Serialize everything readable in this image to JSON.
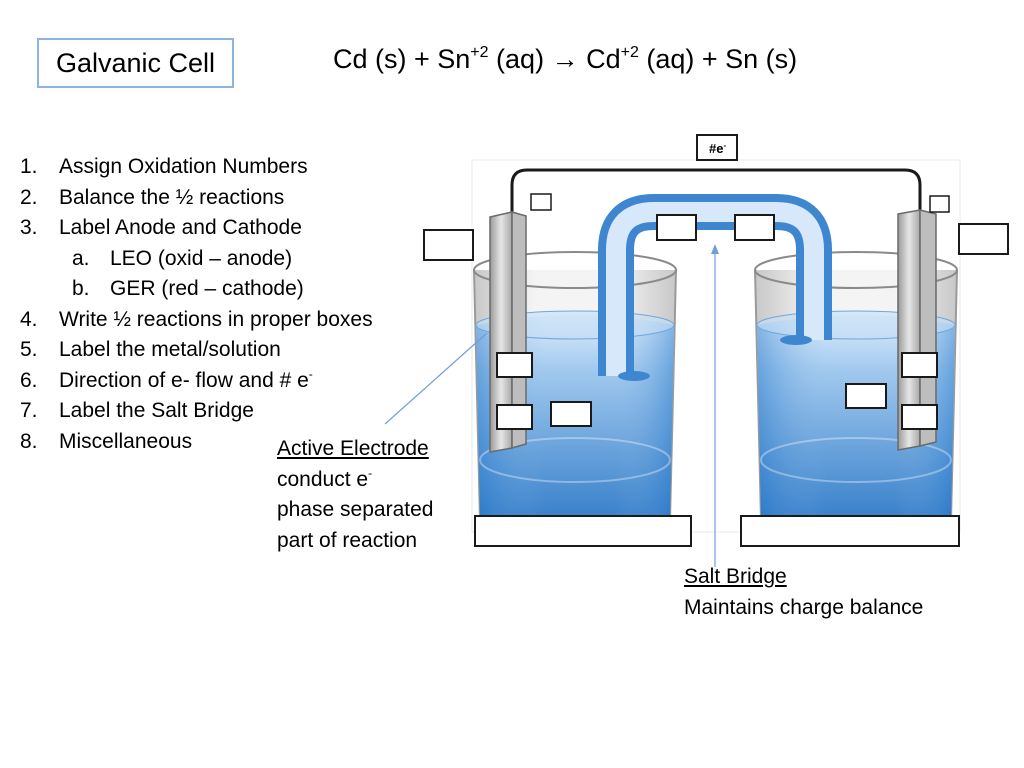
{
  "title": "Galvanic Cell",
  "equation": {
    "reactant_metal": "Cd (s) + Sn",
    "reactant_charge": "+2",
    "middle": " (aq) → Cd",
    "product_charge": "+2",
    "tail": " (aq) + Sn (s)"
  },
  "steps": [
    {
      "num": "1.",
      "text": "Assign Oxidation Numbers"
    },
    {
      "num": "2.",
      "text": "Balance the ½ reactions"
    },
    {
      "num": "3.",
      "text": "Label Anode and Cathode"
    },
    {
      "num": "a.",
      "text": "LEO (oxid – anode)"
    },
    {
      "num": "b.",
      "text": "GER (red – cathode)"
    },
    {
      "num": "4.",
      "text": "Write ½ reactions in proper boxes"
    },
    {
      "num": "5.",
      "text": "Label the metal/solution"
    },
    {
      "num": "6.",
      "text": "Direction of e- flow and # e",
      "sup": "-"
    },
    {
      "num": "7.",
      "text": "Label the Salt Bridge"
    },
    {
      "num": "8.",
      "text": "Miscellaneous"
    }
  ],
  "active_electrode": {
    "heading": "Active Electrode",
    "line1": "conduct e",
    "line1_sup": "-",
    "line2": "phase separated",
    "line3": "part of reaction"
  },
  "salt_bridge_note": {
    "heading": "Salt Bridge",
    "line1": "Maintains charge balance"
  },
  "wire_label": "#e",
  "wire_label_sup": "-",
  "colors": {
    "title_border": "#8db3e2",
    "solution_light": "#cfe4f7",
    "solution_dark": "#2e7fd0",
    "electrode": "#cfcfcf",
    "pointer_line": "#6f9fd8"
  }
}
